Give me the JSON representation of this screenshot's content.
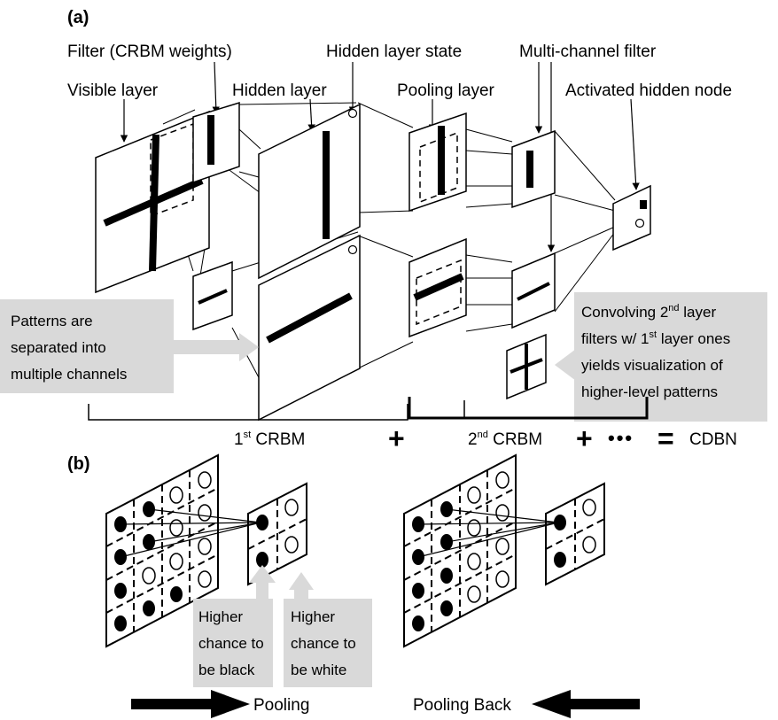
{
  "panel_a": {
    "label": "(a)",
    "callouts": {
      "filter": "Filter (CRBM weights)",
      "visible": "Visible layer",
      "hidden_state": "Hidden layer state",
      "hidden": "Hidden layer",
      "multichannel": "Multi-channel filter",
      "pooling": "Pooling layer",
      "activated": "Activated hidden node"
    },
    "note_left": [
      "Patterns are",
      "separated into",
      "multiple channels"
    ],
    "note_right": {
      "line1_pre": "Convolving 2",
      "line1_sup": "nd",
      "line1_post": " layer",
      "line2_pre": "filters w/ 1",
      "line2_sup": "st",
      "line2_post": " layer ones",
      "line3": "yields visualization of",
      "line4": "higher-level patterns"
    },
    "equation": {
      "crbm1_num": "1",
      "crbm1_sup": "st",
      "crbm1_word": " CRBM",
      "plus1": "+",
      "crbm2_num": "2",
      "crbm2_sup": "nd",
      "crbm2_word": " CRBM",
      "plus2": "+",
      "dots": "•••",
      "equals": "=",
      "result": "CDBN"
    }
  },
  "panel_b": {
    "label": "(b)",
    "note_black": [
      "Higher",
      "chance to",
      "be black"
    ],
    "note_white": [
      "Higher",
      "chance to",
      "be white"
    ],
    "pooling": "Pooling",
    "pooling_back": "Pooling Back"
  }
}
